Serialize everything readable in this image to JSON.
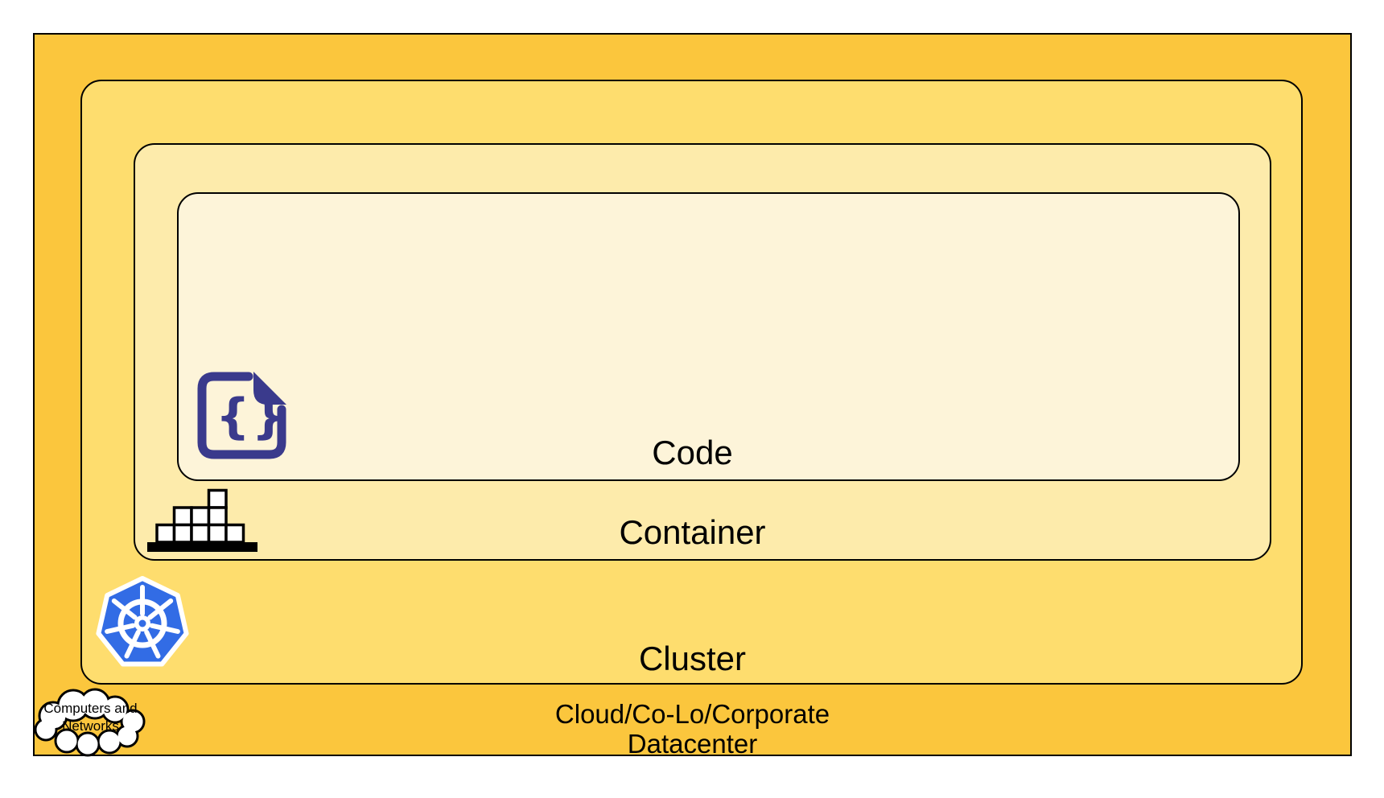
{
  "diagram": {
    "title_visible": false,
    "layers": [
      {
        "id": "code",
        "label": "Code",
        "fill": "#FDF4D9"
      },
      {
        "id": "container",
        "label": "Container",
        "fill": "#FDEBAB"
      },
      {
        "id": "cluster",
        "label": "Cluster",
        "fill": "#FEDD6E"
      },
      {
        "id": "datacenter",
        "label_line1": "Cloud/Co-Lo/Corporate",
        "label_line2": "Datacenter",
        "fill": "#FBC63D"
      }
    ],
    "border_color": "#000000",
    "icons": {
      "code_file": {
        "name": "code-file-icon",
        "color": "#3A3A8C",
        "glyph": "{}"
      },
      "container_blocks": {
        "name": "container-blocks-icon",
        "color": "#000000"
      },
      "kubernetes": {
        "name": "kubernetes-icon",
        "color": "#326CE5"
      },
      "cloud": {
        "name": "cloud-icon",
        "color": "#FFFFFF"
      }
    },
    "cloud_callout": {
      "line1": "Computers and",
      "line2": "Networks"
    }
  }
}
